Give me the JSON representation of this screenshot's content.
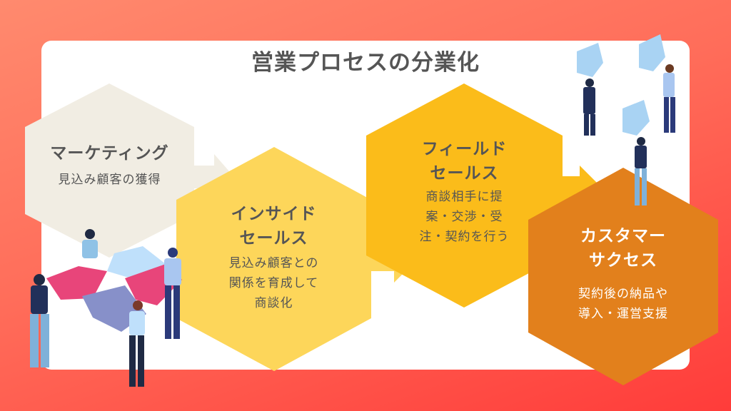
{
  "title": "営業プロセスの分業化",
  "colors": {
    "background_start": "#ff8a6e",
    "background_end": "#ff3c3a",
    "card": "#ffffff",
    "marketing": "#f1ede3",
    "inside_sales": "#fdd65a",
    "field_sales": "#fbbc1a",
    "customer_success": "#e2801c",
    "text": "#555555"
  },
  "steps": [
    {
      "heading_lines": [
        "マーケティング"
      ],
      "description_lines": [
        "見込み顧客の獲得"
      ]
    },
    {
      "heading_lines": [
        "インサイド",
        "セールス"
      ],
      "description_lines": [
        "見込み顧客との",
        "関係を育成して",
        "商談化"
      ]
    },
    {
      "heading_lines": [
        "フィールド",
        "セールス"
      ],
      "description_lines": [
        "商談相手に提",
        "案・交渉・受",
        "注・契約を行う"
      ]
    },
    {
      "heading_lines": [
        "カスタマー",
        "サクセス"
      ],
      "description_lines": [
        "契約後の納品や",
        "導入・運営支援"
      ]
    }
  ],
  "illustrations": {
    "left": "team-assembling-puzzle",
    "top_right": "people-holding-puzzle-pieces"
  }
}
